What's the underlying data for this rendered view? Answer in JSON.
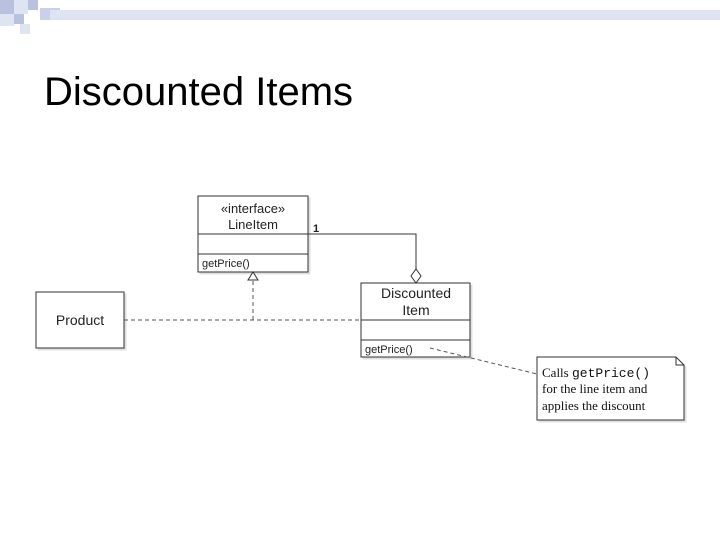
{
  "slide": {
    "title": "Discounted Items"
  },
  "diagram": {
    "line_item": {
      "stereotype": "«interface»",
      "name": "LineItem",
      "operation": "getPrice()"
    },
    "multiplicity": "1",
    "discounted_item": {
      "name_line1": "Discounted",
      "name_line2": "Item",
      "operation": "getPrice()"
    },
    "product": {
      "name": "Product"
    },
    "note": {
      "line1_prefix": "Calls ",
      "line1_code": "getPrice()",
      "line2": "for the line item and",
      "line3": "applies the discount"
    }
  },
  "colors": {
    "decoration": "#b8c2e0",
    "decoration_light": "#dfe4f2",
    "line": "#333333"
  }
}
